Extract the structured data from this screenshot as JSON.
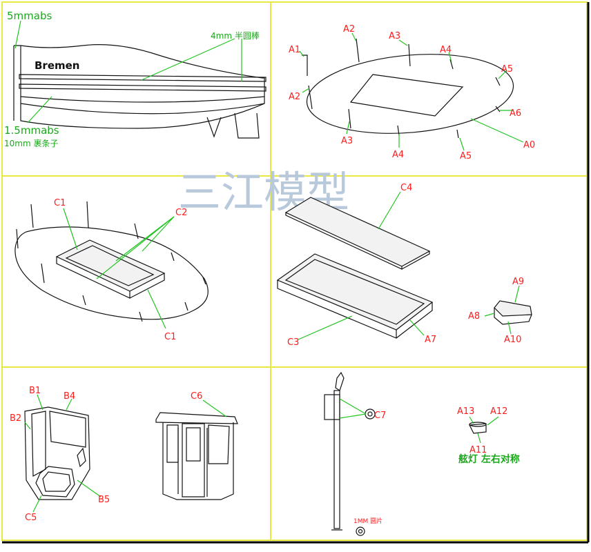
{
  "watermark": "三江模型",
  "panel_hull": {
    "boat_name": "Bremen",
    "label_5mmabs": "5mmabs",
    "label_4mm": "4mm 半圆棒",
    "label_15mmabs": "1.5mmabs",
    "label_10mm": "10mm 裹条子"
  },
  "panel_deck": {
    "labels": [
      "A1",
      "A2",
      "A3",
      "A4",
      "A5",
      "A2",
      "A3",
      "A4",
      "A5",
      "A6",
      "A0"
    ]
  },
  "panel_deck2": {
    "labels": [
      "C1",
      "C2",
      "C1"
    ]
  },
  "panel_hatch": {
    "labels": [
      "C4",
      "C3",
      "A7",
      "A9",
      "A8",
      "A10"
    ]
  },
  "panel_cabin": {
    "labels": [
      "B1",
      "B4",
      "B2",
      "B5",
      "C5",
      "C6"
    ]
  },
  "panel_mast": {
    "labels": [
      "C7",
      "A13",
      "A12",
      "A11"
    ],
    "label_1mm": "1MM 圆片",
    "lamp_note": "舷灯 左右对称"
  },
  "colors": {
    "label_red": "#ff1a1a",
    "leader_green": "#22c422",
    "frame_yellow": "#e8e840"
  }
}
